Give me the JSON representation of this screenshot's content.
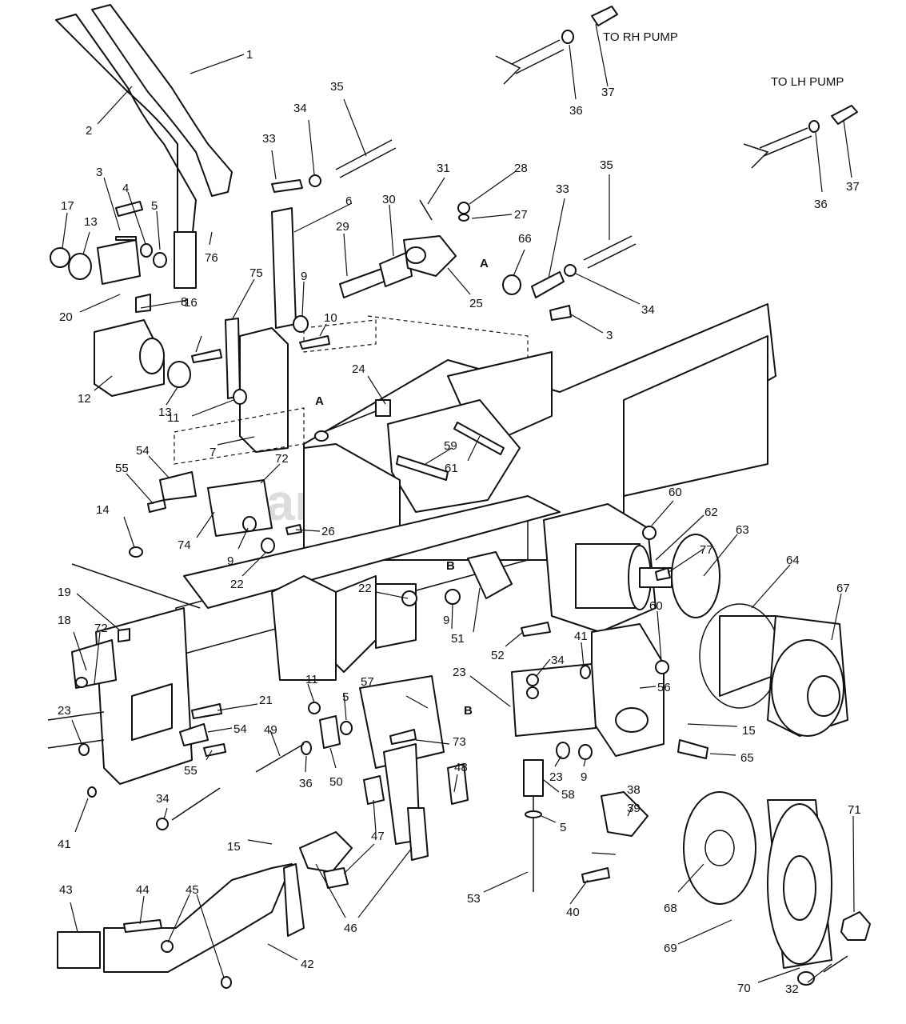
{
  "watermark": "PartsTree",
  "trademark": "™",
  "notes": {
    "to_rh_pump": "TO RH PUMP",
    "to_lh_pump": "TO LH PUMP"
  },
  "section_letters": {
    "a": "A",
    "b": "B"
  },
  "callouts": [
    "1",
    "2",
    "3",
    "4",
    "5",
    "6",
    "7",
    "8",
    "9",
    "10",
    "11",
    "12",
    "13",
    "14",
    "15",
    "16",
    "17",
    "18",
    "19",
    "20",
    "21",
    "22",
    "23",
    "24",
    "25",
    "26",
    "27",
    "28",
    "29",
    "30",
    "31",
    "32",
    "33",
    "34",
    "35",
    "36",
    "37",
    "38",
    "39",
    "40",
    "41",
    "42",
    "43",
    "44",
    "45",
    "46",
    "47",
    "48",
    "49",
    "50",
    "51",
    "52",
    "53",
    "54",
    "55",
    "56",
    "57",
    "58",
    "59",
    "60",
    "61",
    "62",
    "63",
    "64",
    "65",
    "66",
    "67",
    "68",
    "69",
    "70",
    "71",
    "72",
    "73",
    "74",
    "75",
    "76",
    "77"
  ]
}
